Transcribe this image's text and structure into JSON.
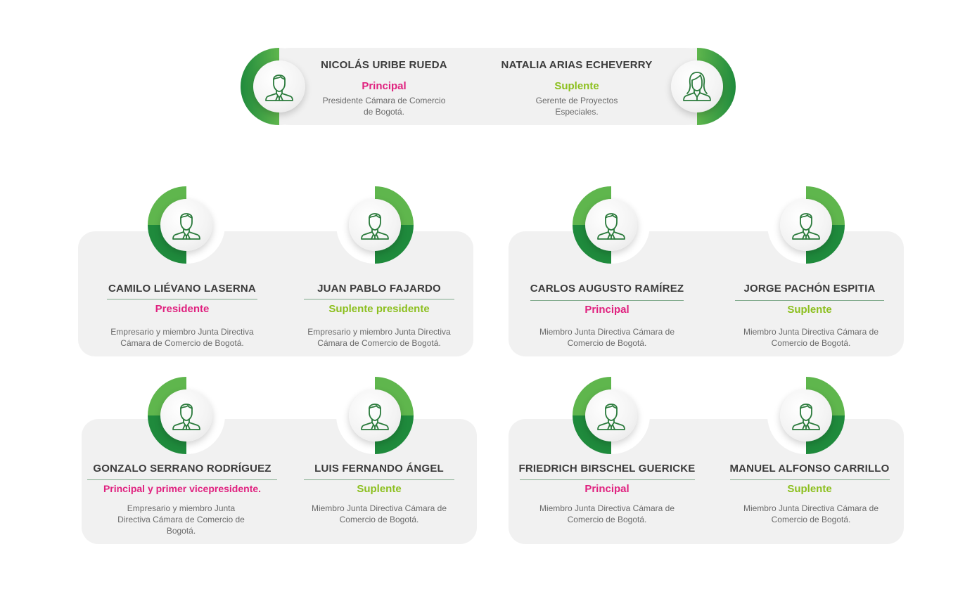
{
  "colors": {
    "principal": "#e0217f",
    "suplente": "#8cbf1e",
    "ring_dark": "#1f8a3c",
    "ring_light": "#5fb64d",
    "panel": "#f1f1f1"
  },
  "top": {
    "left": {
      "name": "NICOLÁS URIBE RUEDA",
      "role": "Principal",
      "desc": "Presidente Cámara de Comercio de Bogotá.",
      "icon": "man-avatar-icon"
    },
    "right": {
      "name": "NATALIA ARIAS ECHEVERRY",
      "role": "Suplente",
      "desc": "Gerente de Proyectos Especiales.",
      "icon": "woman-avatar-icon"
    }
  },
  "groups": [
    {
      "principal": {
        "name": "CAMILO LIÉVANO LASERNA",
        "role": "Presidente",
        "desc": "Empresario y miembro Junta Directiva Cámara de Comercio de Bogotá.",
        "icon": "man-avatar-icon"
      },
      "suplente": {
        "name": "JUAN PABLO FAJARDO",
        "role": "Suplente presidente",
        "desc": "Empresario y miembro Junta Directiva Cámara de Comercio de Bogotá.",
        "icon": "man-avatar-icon"
      }
    },
    {
      "principal": {
        "name": "CARLOS AUGUSTO RAMÍREZ",
        "role": "Principal",
        "desc": "Miembro Junta Directiva Cámara de Comercio de Bogotá.",
        "icon": "man-avatar-icon"
      },
      "suplente": {
        "name": "JORGE PACHÓN ESPITIA",
        "role": "Suplente",
        "desc": "Miembro Junta Directiva Cámara de Comercio de Bogotá.",
        "icon": "man-avatar-icon"
      }
    },
    {
      "principal": {
        "name": "GONZALO SERRANO RODRÍGUEZ",
        "role": "Principal y primer vicepresidente.",
        "desc": "Empresario y miembro Junta Directiva Cámara de Comercio de Bogotá.",
        "icon": "man-avatar-icon"
      },
      "suplente": {
        "name": "LUIS FERNANDO ÁNGEL",
        "role": "Suplente",
        "desc": "Miembro Junta Directiva Cámara de Comercio de Bogotá.",
        "icon": "man-avatar-icon"
      }
    },
    {
      "principal": {
        "name": "FRIEDRICH BIRSCHEL GUERICKE",
        "role": "Principal",
        "desc": "Miembro Junta Directiva Cámara de Comercio de Bogotá.",
        "icon": "man-avatar-icon"
      },
      "suplente": {
        "name": "MANUEL ALFONSO CARRILLO",
        "role": "Suplente",
        "desc": "Miembro Junta Directiva Cámara de Comercio de Bogotá.",
        "icon": "man-avatar-icon"
      }
    }
  ]
}
